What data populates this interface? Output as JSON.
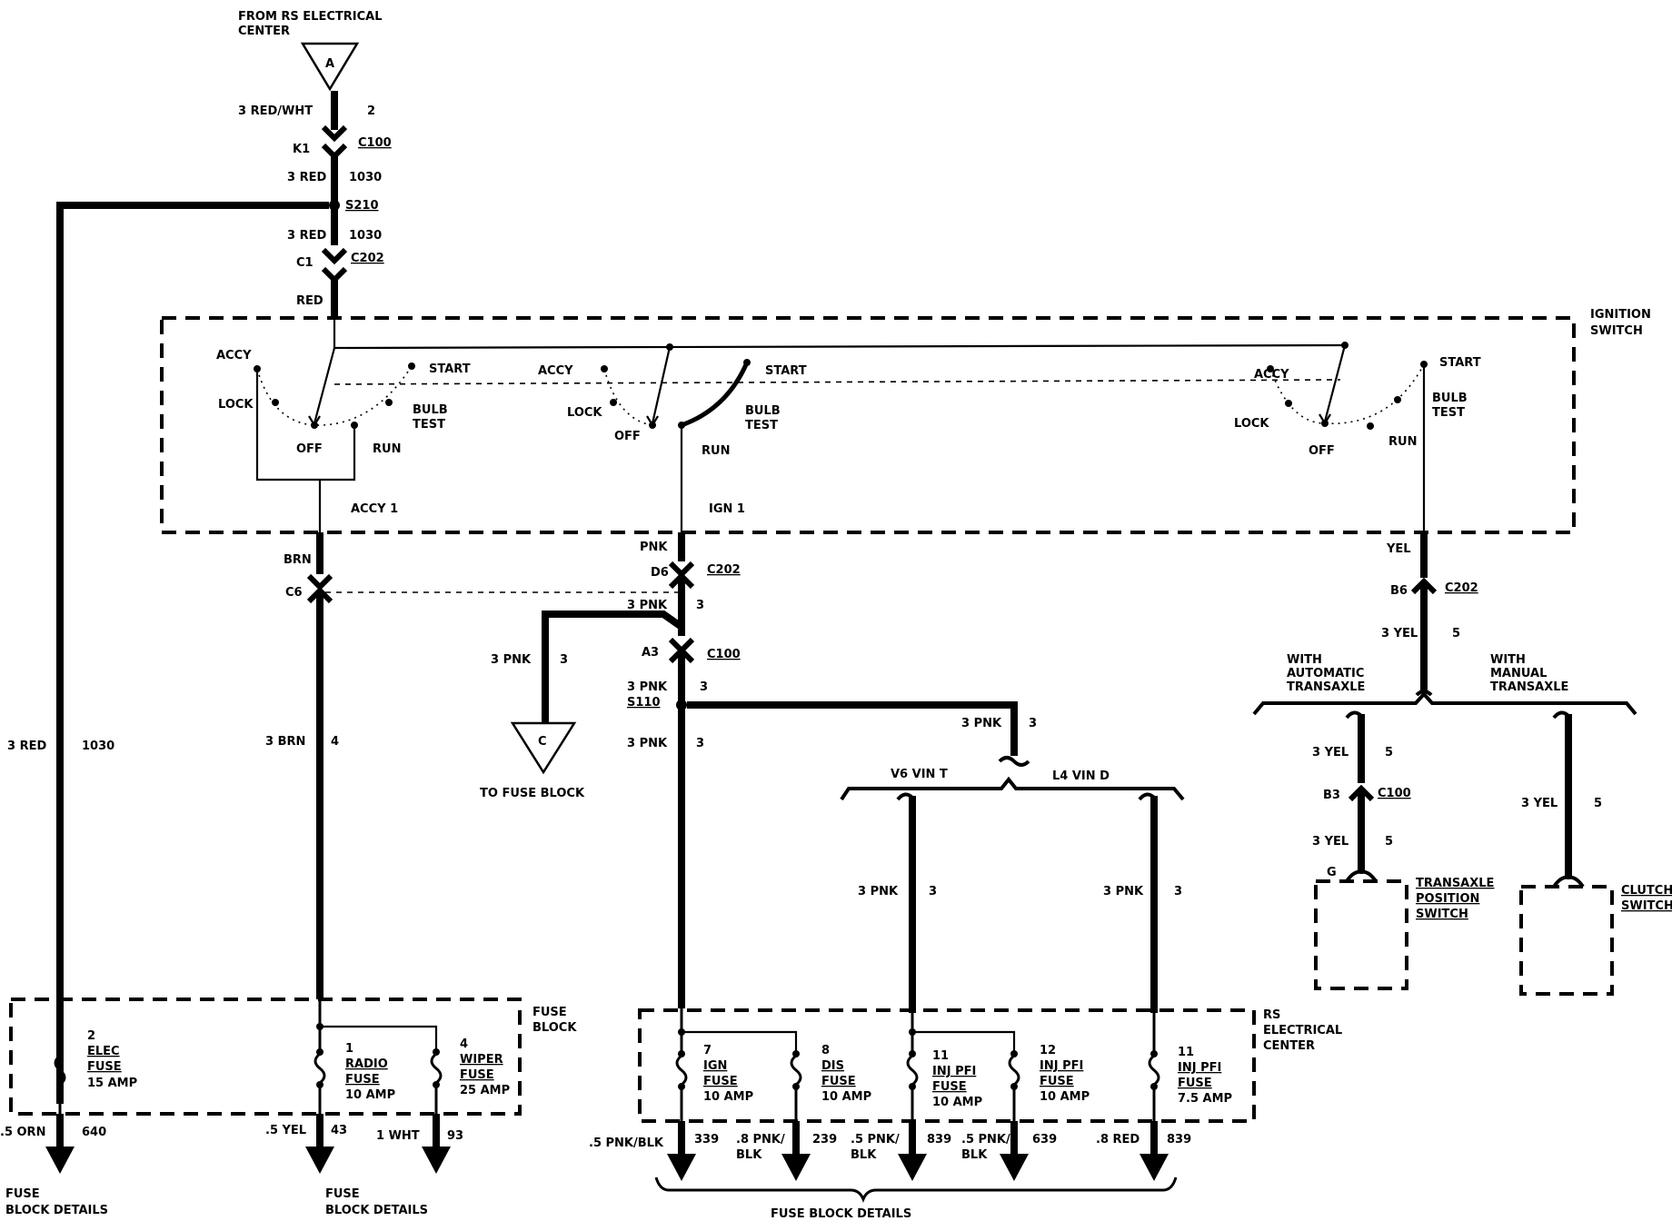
{
  "source": {
    "line1": "FROM RS ELECTRICAL",
    "line2": "CENTER",
    "letter": "A"
  },
  "top_wire": {
    "spec": "3 RED/WHT",
    "circuit": "2"
  },
  "c100_top": {
    "pin": "K1",
    "name": "C100"
  },
  "w1": {
    "spec": "3 RED",
    "circuit": "1030"
  },
  "splice1": "S210",
  "w2": {
    "spec": "3 RED",
    "circuit": "1030"
  },
  "c202_top": {
    "pin": "C1",
    "name": "C202"
  },
  "red_label": "RED",
  "ign_switch": {
    "line1": "IGNITION",
    "line2": "SWITCH"
  },
  "sw1": {
    "accy": "ACCY",
    "lock": "LOCK",
    "off": "OFF",
    "start": "START",
    "bulb1": "BULB",
    "bulb2": "TEST",
    "run": "RUN",
    "out": "ACCY  1"
  },
  "sw2": {
    "accy": "ACCY",
    "lock": "LOCK",
    "off": "OFF",
    "start": "START",
    "bulb1": "BULB",
    "bulb2": "TEST",
    "run": "RUN",
    "out": "IGN 1"
  },
  "sw3": {
    "accy": "ACCY",
    "lock": "LOCK",
    "off": "OFF",
    "start": "START",
    "bulb1": "BULB",
    "bulb2": "TEST",
    "run": "RUN"
  },
  "left_wire": {
    "spec": "3 RED",
    "circuit": "1030"
  },
  "brn": {
    "color": "BRN",
    "pin": "C6",
    "spec": "3 BRN",
    "circuit": "4"
  },
  "pnk": {
    "color": "PNK",
    "pin": "D6",
    "conn": "C202",
    "spec1": "3 PNK",
    "c1": "3",
    "pin2": "A3",
    "conn2": "C100",
    "spec2": "3 PNK",
    "c2": "3",
    "splice": "S110",
    "spec3": "3 PNK",
    "c3": "3"
  },
  "branch_c": {
    "spec": "3 PNK",
    "circuit": "3",
    "letter": "C",
    "label": "TO FUSE BLOCK"
  },
  "vin": {
    "spec": "3 PNK",
    "circuit": "3",
    "v6": "V6 VIN T",
    "l4": "L4 VIN D",
    "v6_spec": "3 PNK",
    "v6_circuit": "3",
    "l4_spec": "3 PNK",
    "l4_circuit": "3"
  },
  "yel": {
    "color": "YEL",
    "pin": "B6",
    "conn": "C202",
    "spec": "3 YEL",
    "circuit": "5",
    "auto1": "WITH",
    "auto2": "AUTOMATIC",
    "auto3": "TRANSAXLE",
    "man1": "WITH",
    "man2": "MANUAL",
    "man3": "TRANSAXLE",
    "a_spec": "3 YEL",
    "a_circuit": "5",
    "a_pin": "B3",
    "a_conn": "C100",
    "a_spec2": "3 YEL",
    "a_circuit2": "5",
    "g": "G",
    "m_spec": "3 YEL",
    "m_circuit": "5"
  },
  "tps": {
    "l1": "TRANSAXLE",
    "l2": "POSITION",
    "l3": "SWITCH"
  },
  "clutch": {
    "l1": "CLUTCH",
    "l2": "SWITCH"
  },
  "fuse_block": {
    "l1": "FUSE",
    "l2": "BLOCK"
  },
  "fb_fuses": [
    {
      "num": "2",
      "n1": "ELEC",
      "n2": "FUSE",
      "amp": "15 AMP"
    },
    {
      "num": "1",
      "n1": "RADIO",
      "n2": "FUSE",
      "amp": "10 AMP"
    },
    {
      "num": "4",
      "n1": "WIPER",
      "n2": "FUSE",
      "amp": "25 AMP"
    }
  ],
  "fb_out": [
    {
      "spec": ".5 ORN",
      "circuit": "640"
    },
    {
      "spec": ".5 YEL",
      "circuit": "43"
    },
    {
      "spec": "1 WHT",
      "circuit": "93"
    }
  ],
  "fb_details1": {
    "l1": "FUSE",
    "l2": "BLOCK DETAILS"
  },
  "fb_details2": {
    "l1": "FUSE",
    "l2": "BLOCK DETAILS"
  },
  "rs_center": {
    "l1": "RS",
    "l2": "ELECTRICAL",
    "l3": "CENTER"
  },
  "rs_fuses": [
    {
      "num": "7",
      "n1": "IGN",
      "n2": "FUSE",
      "amp": "10 AMP"
    },
    {
      "num": "8",
      "n1": "DIS",
      "n2": "FUSE",
      "amp": "10 AMP"
    },
    {
      "num": "11",
      "n1": "INJ PFI",
      "n2": "FUSE",
      "amp": "10 AMP"
    },
    {
      "num": "12",
      "n1": "INJ PFI",
      "n2": "FUSE",
      "amp": "10 AMP"
    },
    {
      "num": "11",
      "n1": "INJ PFI",
      "n2": "FUSE",
      "amp": "7.5 AMP"
    }
  ],
  "rs_out": [
    {
      "spec": ".5  PNK/BLK",
      "circuit": "339"
    },
    {
      "spec1": ".8 PNK/",
      "spec2": "BLK",
      "circuit": "239"
    },
    {
      "spec1": ".5 PNK/",
      "spec2": "BLK",
      "circuit": "839"
    },
    {
      "spec1": ".5 PNK/",
      "spec2": "BLK",
      "circuit": "639"
    },
    {
      "spec": ".8 RED",
      "circuit": "839"
    }
  ],
  "rs_details": "FUSE BLOCK DETAILS"
}
